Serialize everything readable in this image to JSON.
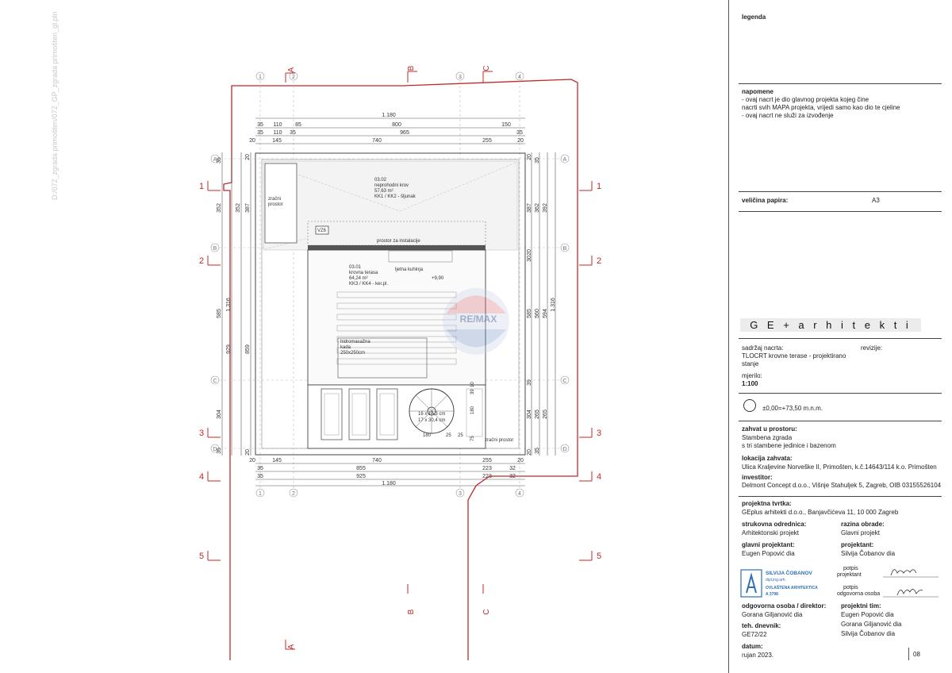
{
  "file_path_note": "D:/072_zgrada primošten/072_GP_zgrada primošten_gl.pln",
  "plan": {
    "axis_numbers": [
      "1",
      "2",
      "3",
      "4"
    ],
    "axis_letters": [
      "A",
      "B",
      "C",
      "D"
    ],
    "section_marks": [
      "A",
      "B",
      "C"
    ],
    "row_marks": [
      "1",
      "2",
      "3",
      "4",
      "5"
    ],
    "top_dims": {
      "total": "1.180",
      "row1": [
        "35",
        "110",
        "85",
        "800",
        "150"
      ],
      "row2": [
        "35",
        "110",
        "35",
        "965",
        "35"
      ],
      "row3": [
        "20",
        "145",
        "740",
        "255",
        "20"
      ]
    },
    "bottom_dims": {
      "row1": [
        "20",
        "145",
        "740",
        "255",
        "20"
      ],
      "row2": [
        "35",
        "855",
        "223",
        "32"
      ],
      "row3": [
        "35",
        "925",
        "223",
        "32"
      ],
      "total": "1.180"
    },
    "left_dims": {
      "col1": [
        "35",
        "352",
        "585",
        "304",
        "35"
      ],
      "col2": [
        "20",
        "387",
        "859",
        "20"
      ],
      "total": "1.316",
      "col3": "929"
    },
    "right_dims": {
      "col1": [
        "20",
        "387",
        "20",
        "30",
        "585",
        "39",
        "304",
        "20"
      ],
      "col2": [
        "35",
        "362",
        "560",
        "265",
        "35"
      ],
      "col3": [
        "392",
        "594",
        "265"
      ],
      "total": "1.316"
    },
    "rooms": {
      "roof_title": "03.02",
      "roof_name": "neprohodni krov",
      "roof_area": "57,63 m²",
      "roof_finish": "KK1 / KK2 - šljunak",
      "zracni": "zračni",
      "prostor": "prostor",
      "vz6": "VZ6",
      "instalacije": "prostor za instalacije",
      "kuhinja": "ljetna kuhinja",
      "terrace_title": "03.01",
      "terrace_name": "krovna terasa",
      "terrace_area": "64,24 m²",
      "terrace_finish": "KK3 / KK4 - ker.pl.",
      "level": "+9,90",
      "hydro1": "hidromasažna",
      "hydro2": "kada",
      "hydro3": "250x250cm",
      "stair1": "16 x 16,3 cm",
      "stair2": "17 x 30,4 cm",
      "zracni_prostor_bottom": "zračni prostor",
      "stair_dim1": "180",
      "stair_dim2": "25",
      "stair_dim3": "25",
      "stair_dim4": "75",
      "side_180": "180",
      "side_10": "10",
      "side_39": "39",
      "watermark": "RE/MAX"
    }
  },
  "titleblock": {
    "legenda": "legenda",
    "napomene": "napomene",
    "note1": "- ovaj nacrt je dio glavnog projekta kojeg čine",
    "note2": "  nacrti svih MAPA projekta, vrijedi samo kao dio te cjeline",
    "note3": "- ovaj nacrt ne služi za izvođenje",
    "velicina_label": "veličina papira:",
    "velicina_value": "A3",
    "brand": "G E + a r h i t e k t i",
    "sadrzaj_label": "sadržaj nacrta:",
    "revizije_label": "revizije:",
    "sadrzaj_value1": "TLOCRT krovne terase - projektirano",
    "sadrzaj_value2": "stanje",
    "mjerilo_label": "mjerilo:",
    "mjerilo_value": "1:100",
    "kota": "±0,00=+73,50 m.n.m.",
    "zahvat_label": "zahvat u prostoru:",
    "zahvat_value1": "Stambena zgrada",
    "zahvat_value2": "s tri stambene jedinice i bazenom",
    "lokacija_label": "lokacija zahvata:",
    "lokacija_value": "Ulica Kraljevine Norveške II, Primošten, k.č.14643/114 k.o. Primošten",
    "investitor_label": "investitor:",
    "investitor_value": "Delmont Concept d.o.o., Višnje Stahuljek 5, Zagreb, OIB 03155526104",
    "tvrtka_label": "projektna tvrtka:",
    "tvrtka_value": "GEplus arhitekti d.o.o., Banjavčićeva 11, 10 000 Zagreb",
    "odrednica_label": "strukovna odrednica:",
    "odrednica_value": "Arhitektonski projekt",
    "razina_label": "razina obrade:",
    "razina_value": "Glavni projekt",
    "glavni_label": "glavni projektant:",
    "glavni_value": "Eugen Popović dia",
    "projektant_label": "projektant:",
    "projektant_value": "Silvija Čobanov dia",
    "seal_name": "SILVIJA ČOBANOV",
    "seal_sub": "dipl.ing.arh.",
    "seal_role": "OVLAŠTENA ARHITEKTICA",
    "seal_num": "A 3798",
    "potpis1a": "potpis",
    "potpis1b": "projektant",
    "potpis2a": "potpis",
    "potpis2b": "odgovorna osoba",
    "odgovorna_label": "odgovorna osoba / direktor:",
    "odgovorna_value": "Gorana Giljanović dia",
    "tim_label": "projektni tim:",
    "tim1": "Eugen Popović dia",
    "tim2": "Gorana Giljanović dia",
    "tim3": "Silvija Čobanov dia",
    "dnevnik_label": "teh. dnevnik:",
    "dnevnik_value": "GE72/22",
    "datum_label": "datum:",
    "datum_value": "rujan 2023.",
    "page": "08"
  },
  "colors": {
    "red": "#c0282a",
    "line": "#333333",
    "light": "#9a9a9a",
    "seal": "#2f6fb5"
  }
}
